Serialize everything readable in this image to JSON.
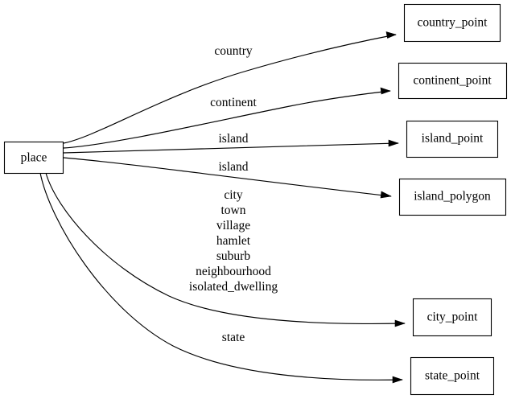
{
  "diagram": {
    "type": "directed-graph",
    "background_color": "#ffffff",
    "stroke_color": "#000000",
    "source_node": {
      "id": "place",
      "label": "place"
    },
    "target_nodes": [
      {
        "id": "country_point",
        "label": "country_point"
      },
      {
        "id": "continent_point",
        "label": "continent_point"
      },
      {
        "id": "island_point",
        "label": "island_point"
      },
      {
        "id": "island_polygon",
        "label": "island_polygon"
      },
      {
        "id": "city_point",
        "label": "city_point"
      },
      {
        "id": "state_point",
        "label": "state_point"
      }
    ],
    "edges": [
      {
        "from": "place",
        "to": "country_point",
        "label": "country"
      },
      {
        "from": "place",
        "to": "continent_point",
        "label": "continent"
      },
      {
        "from": "place",
        "to": "island_point",
        "label": "island"
      },
      {
        "from": "place",
        "to": "island_polygon",
        "label": "island"
      },
      {
        "from": "place",
        "to": "city_point",
        "label_lines": [
          "city",
          "town",
          "village",
          "hamlet",
          "suburb",
          "neighbourhood",
          "isolated_dwelling"
        ]
      },
      {
        "from": "place",
        "to": "state_point",
        "label": "state"
      }
    ],
    "edge_label_city_lines": {
      "l0": "city",
      "l1": "town",
      "l2": "village",
      "l3": "hamlet",
      "l4": "suburb",
      "l5": "neighbourhood",
      "l6": "isolated_dwelling"
    },
    "edge_labels": {
      "country": "country",
      "continent": "continent",
      "island_a": "island",
      "island_b": "island",
      "state": "state"
    }
  }
}
